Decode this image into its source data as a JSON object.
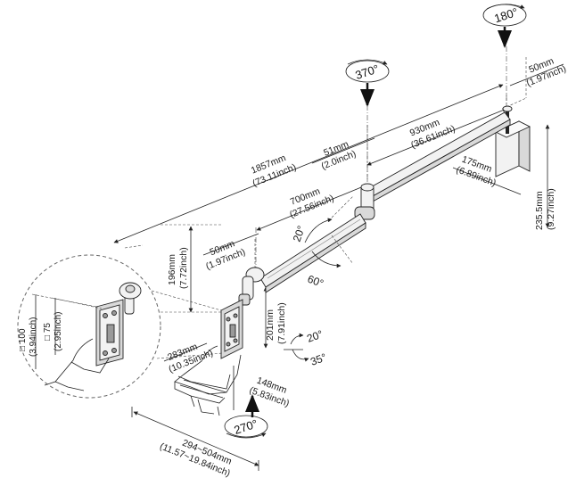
{
  "rotations": {
    "top": "180°",
    "middle": "370°",
    "bottom": "270°"
  },
  "dimensions": {
    "total_length": {
      "mm": "1857mm",
      "inch": "(73.11inch)"
    },
    "upper_arm": {
      "mm": "930mm",
      "inch": "(36.61inch)"
    },
    "top_offset": {
      "mm": "50mm",
      "inch": "(1.97inch)"
    },
    "joint_offset": {
      "mm": "51mm",
      "inch": "(2.0inch)"
    },
    "lower_arm": {
      "mm": "700mm",
      "inch": "(27.56inch)"
    },
    "head_offset": {
      "mm": "50mm",
      "inch": "(1.97inch)"
    },
    "drop_height": {
      "mm": "196mm",
      "inch": "(7.72inch)"
    },
    "mount_depth": {
      "mm": "175mm",
      "inch": "(6.89inch)"
    },
    "mount_height": {
      "mm": "235.5mm",
      "inch": "(9.27inch)"
    },
    "tray_depth": {
      "mm": "283mm",
      "inch": "(10.35inch)"
    },
    "tilt_height": {
      "mm": "201mm",
      "inch": "(7.91inch)"
    },
    "tray_height": {
      "mm": "148mm",
      "inch": "(5.83inch)"
    },
    "tray_width": {
      "mm": "294~504mm",
      "inch": "(11.57~19.84inch)"
    },
    "vesa_large": {
      "mm": "□ 100",
      "inch": "(3.94inch)"
    },
    "vesa_small": {
      "mm": "□ 75",
      "inch": "(2.95inch)"
    }
  },
  "angles": {
    "arm_up": "20°",
    "arm_down": "60°",
    "tilt_up": "20°",
    "tilt_down": "35°"
  }
}
